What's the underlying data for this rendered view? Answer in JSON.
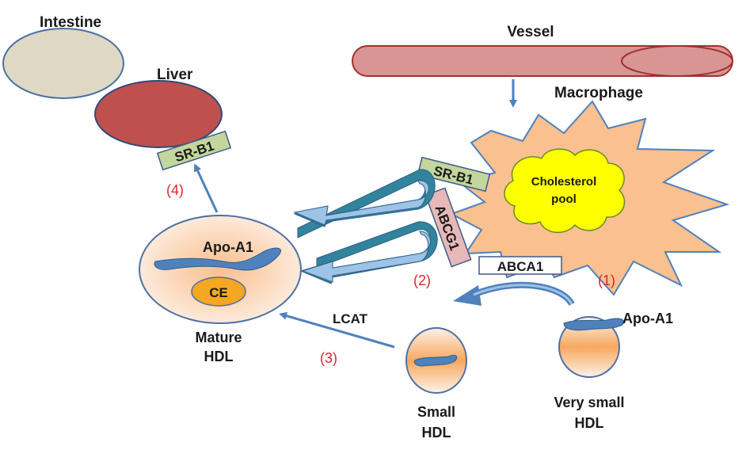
{
  "organs": {
    "intestine": "Intestine",
    "liver": "Liver",
    "vessel": "Vessel",
    "macrophage": "Macrophage"
  },
  "receptors": {
    "srb1_liver": "SR-B1",
    "srb1_macro": "SR-B1",
    "abcg1": "ABCG1",
    "abca1": "ABCA1"
  },
  "cholesterol_pool": {
    "line1": "Cholesterol",
    "line2": "pool"
  },
  "hdl": {
    "mature_apo": "Apo-A1",
    "ce": "CE",
    "mature_line1": "Mature",
    "mature_line2": "HDL",
    "small_line1": "Small",
    "small_line2": "HDL",
    "very_small_apo": "Apo-A1",
    "very_small_line1": "Very small",
    "very_small_line2": "HDL"
  },
  "enzyme": "LCAT",
  "steps": {
    "s1": "(1)",
    "s2": "(2)",
    "s3": "(3)",
    "s4": "(4)"
  },
  "colors": {
    "intestine": "#ddd9c4",
    "liver": "#c0504d",
    "vessel": "#d99594",
    "macrophage": "#fac090",
    "cholesterol": "#ffff00",
    "srb1": "#c3d69b",
    "abcg1": "#e6b9b8",
    "arrow": "#4f81bd",
    "big_arrow_light": "#9dc3e6",
    "big_arrow_dark": "#31849b",
    "step_number": "#d62a2a"
  }
}
